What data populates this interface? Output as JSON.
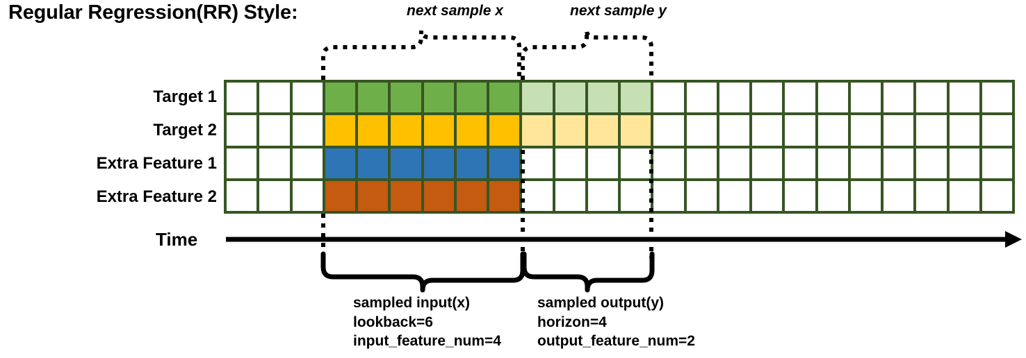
{
  "title": "Regular Regression(RR) Style:",
  "axis": {
    "time_label": "Time"
  },
  "rows": [
    {
      "label": "Target 1",
      "color": "#6FAF4A",
      "light_color": "#C6E0B4"
    },
    {
      "label": "Target 2",
      "color": "#FFC000",
      "light_color": "#FFE699"
    },
    {
      "label": "Extra Feature 1",
      "color": "#2E75B6",
      "light_color": null
    },
    {
      "label": "Extra Feature 2",
      "color": "#C55A11",
      "light_color": null
    }
  ],
  "grid": {
    "total_columns": 24,
    "leading_blank_columns": 3,
    "input_columns": 6,
    "output_columns": 4,
    "trailing_blank_columns": 11,
    "border_color": "#375623",
    "empty_cell_color": "#ffffff"
  },
  "top_annotations": [
    {
      "text": "next sample x"
    },
    {
      "text": "next sample y"
    }
  ],
  "bottom_annotations": [
    {
      "title": "sampled input(x)",
      "line2": "lookback=6",
      "line3": "input_feature_num=4"
    },
    {
      "title": "sampled output(y)",
      "line2": "horizon=4",
      "line3": "output_feature_num=2"
    }
  ]
}
